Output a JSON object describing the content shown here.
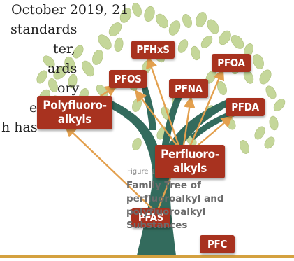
{
  "body_text": [
    "October 2019, 21",
    "standards",
    "ter,",
    "ards",
    "ory",
    "e",
    "h has"
  ],
  "figure": {
    "number": "Figure 1",
    "caption_lines": [
      "Family Tree of",
      "perfluoroalkyl and",
      "polyfluoroalkyl",
      "Substances"
    ]
  },
  "nodes": {
    "pfhxs": "PFHxS",
    "pfoa": "PFOA",
    "pfos": "PFOS",
    "pfna": "PFNA",
    "pfda": "PFDA",
    "polyfluoro_line1": "Polyfluoro-",
    "polyfluoro_line2": "alkyls",
    "perfluoro_line1": "Perfluoro-",
    "perfluoro_line2": "alkyls",
    "pfas": "PFAS",
    "pfc": "PFC"
  },
  "colors": {
    "box": "#a8321f",
    "trunk": "#336b5d",
    "leaf": "#c5d79a",
    "arrow": "#e3a04e",
    "ground": "#d4a13f"
  }
}
